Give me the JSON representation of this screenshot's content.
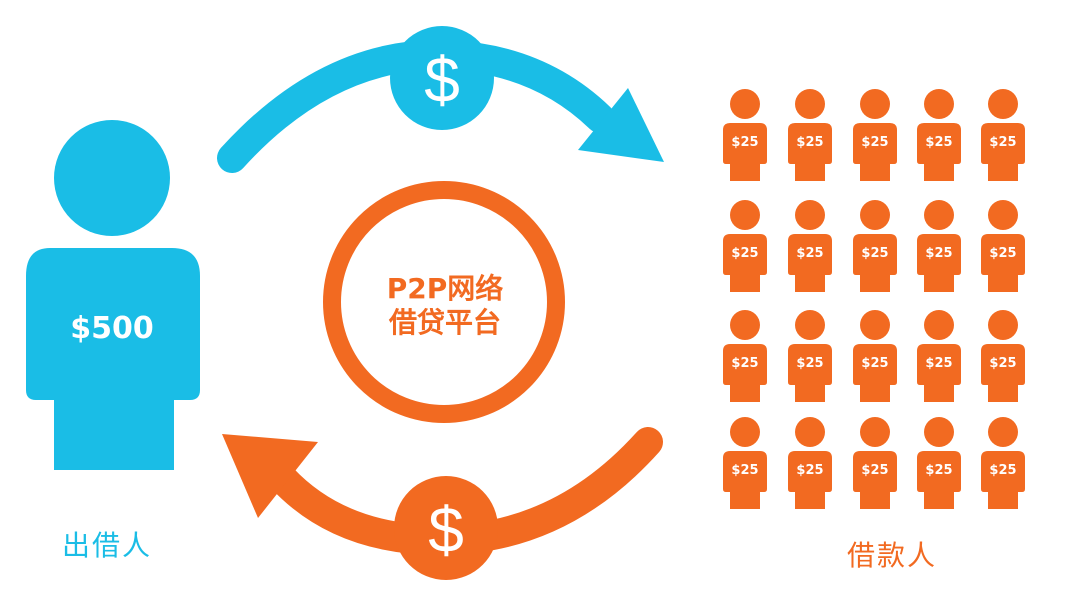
{
  "lender": {
    "amount": "$500",
    "caption": "出借人",
    "color": "#1ABDE6"
  },
  "platform": {
    "line1": "P2P网络",
    "line2": "借贷平台",
    "color": "#F26A21"
  },
  "flow": {
    "top_arrow_symbol": "$",
    "bottom_arrow_symbol": "$",
    "top_arrow_color": "#1ABDE6",
    "bottom_arrow_color": "#F26A21"
  },
  "borrowers": {
    "caption": "借款人",
    "amount_each": "$25",
    "rows": 4,
    "columns": 5,
    "color": "#F26A21"
  }
}
